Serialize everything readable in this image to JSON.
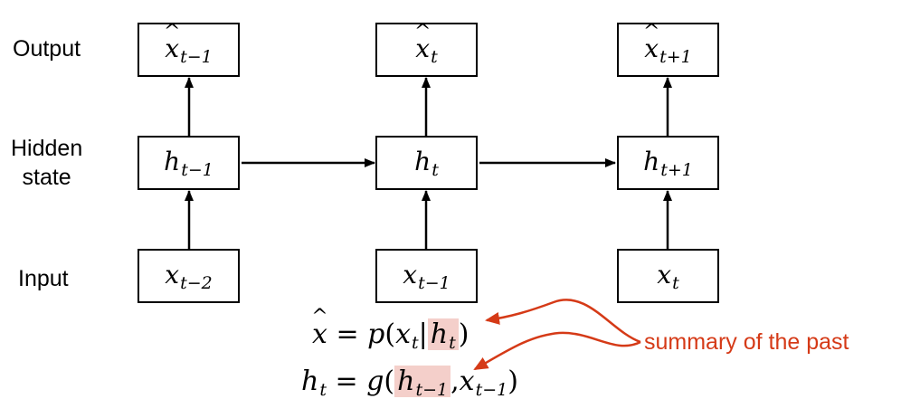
{
  "row_labels": {
    "output": "Output",
    "hidden_line1": "Hidden",
    "hidden_line2": "state",
    "input": "Input"
  },
  "columns": [
    {
      "output": {
        "base": "x",
        "sub": "t−1"
      },
      "hidden": {
        "base": "h",
        "sub": "t−1"
      },
      "input": {
        "base": "x",
        "sub": "t−2"
      }
    },
    {
      "output": {
        "base": "x",
        "sub": "t"
      },
      "hidden": {
        "base": "h",
        "sub": "t"
      },
      "input": {
        "base": "x",
        "sub": "t−1"
      }
    },
    {
      "output": {
        "base": "x",
        "sub": "t+1"
      },
      "hidden": {
        "base": "h",
        "sub": "t+1"
      },
      "input": {
        "base": "x",
        "sub": "t"
      }
    }
  ],
  "equations": {
    "eq1": {
      "lhs": "x",
      "eq": "=",
      "func": "p",
      "open": "(",
      "arg": "x",
      "arg_sub": "t",
      "bar": "|",
      "hl": "h",
      "hl_sub": "t",
      "close": ")"
    },
    "eq2": {
      "lhs": "h",
      "lhs_sub": "t",
      "eq": "=",
      "func": "g",
      "open": "(",
      "hl": "h",
      "hl_sub": "t−1",
      "comma": ",",
      "arg": "x",
      "arg_sub": "t−1",
      "close": ")"
    }
  },
  "annotation": "summary of the past",
  "colors": {
    "annotation": "#d53a17",
    "highlight": "#f4cfca",
    "stroke": "#000000"
  }
}
